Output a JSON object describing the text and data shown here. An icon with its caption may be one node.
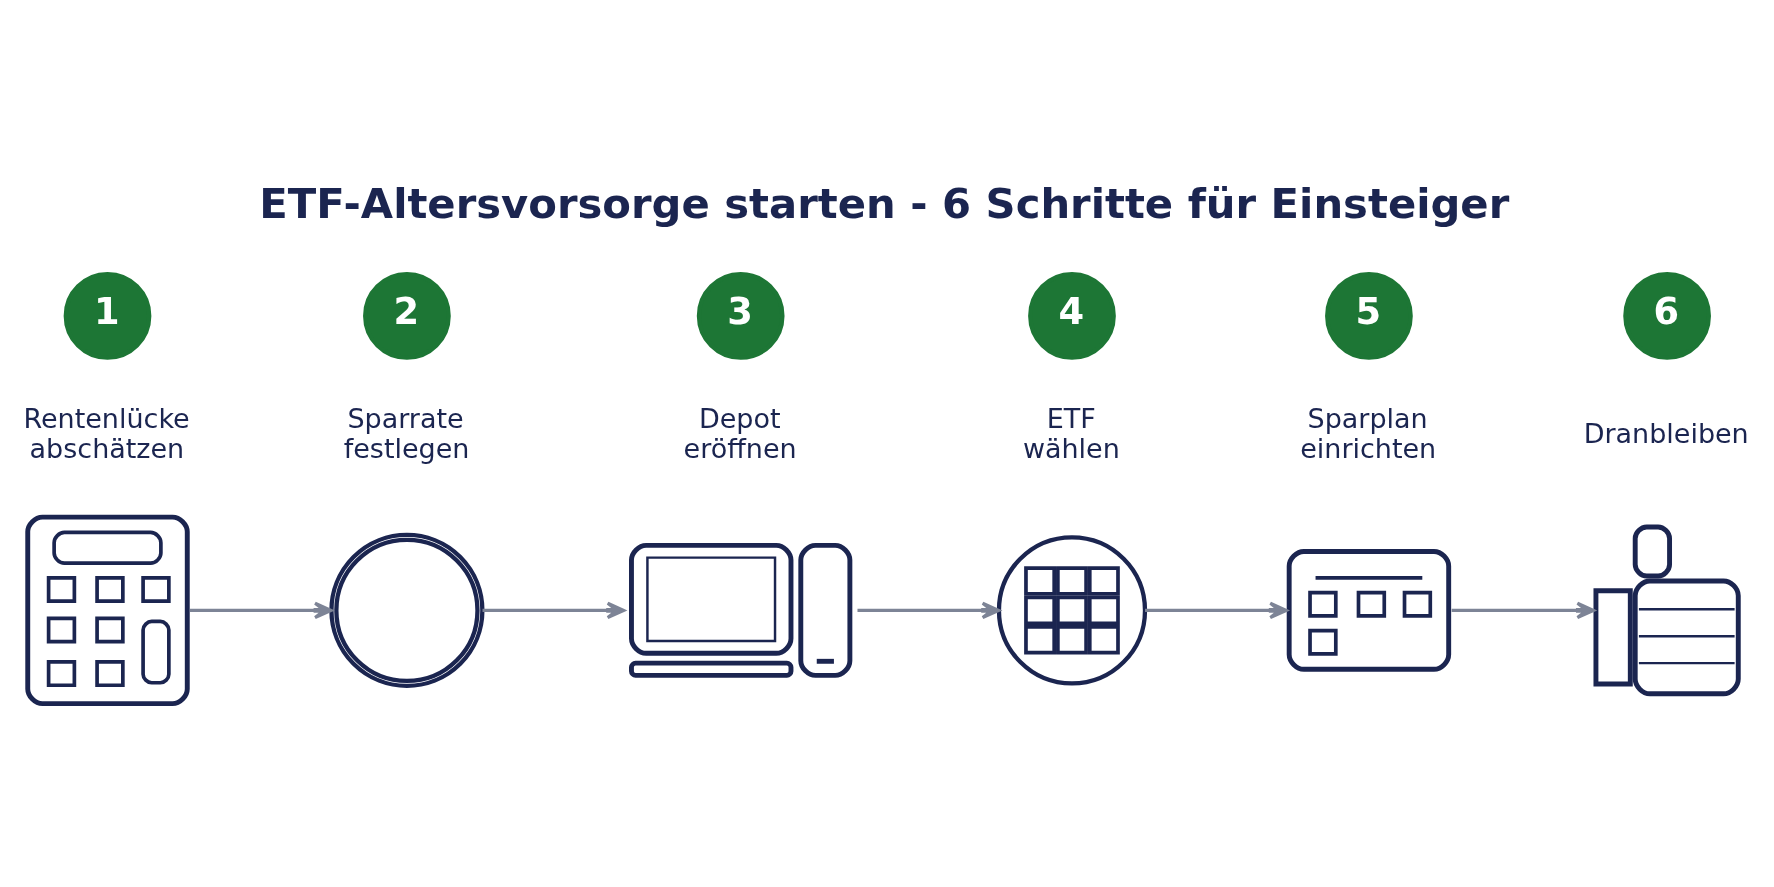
{
  "diagram": {
    "title": "ETF-Altersvorsorge starten - 6 Schritte für Einsteiger",
    "nodes": [
      {
        "text": [
          "1"
        ],
        "beside": [
          "Rentenlücke abschätzen"
        ]
      },
      {
        "text": [
          "2"
        ],
        "beside": [
          "Sparrate festlegen"
        ]
      },
      {
        "text": [
          "3"
        ],
        "beside": [
          "Depot eröffnen"
        ]
      },
      {
        "text": [
          "4"
        ],
        "beside": [
          "ETF wählen"
        ]
      },
      {
        "text": [
          "5"
        ],
        "beside": [
          "Sparplan einrichten"
        ]
      },
      {
        "text": [
          "6"
        ],
        "beside": [
          "Dranbleiben"
        ]
      },
      {
        "text": [],
        "shape": "picture"
      },
      {
        "text": [],
        "shape": "picture"
      },
      {
        "text": [],
        "shape": "picture"
      },
      {
        "text": [],
        "shape": "picture"
      },
      {
        "text": [],
        "shape": "picture"
      },
      {
        "text": [],
        "shape": "picture"
      }
    ],
    "edges": [
      {
        "from": 6,
        "to": 7,
        "arrow": "to"
      },
      {
        "from": 7,
        "to": 8,
        "arrow": "to"
      },
      {
        "from": 8,
        "to": 9,
        "arrow": "to"
      },
      {
        "from": 9,
        "to": 10,
        "arrow": "to"
      },
      {
        "from": 10,
        "to": 11,
        "arrow": "to"
      }
    ]
  }
}
